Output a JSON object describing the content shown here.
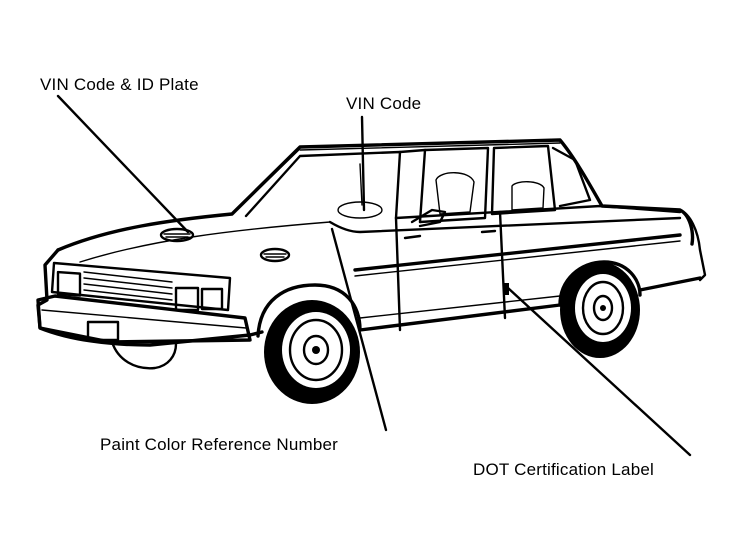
{
  "labels": {
    "vin_plate": "VIN Code & ID Plate",
    "vin_code": "VIN Code",
    "paint_code": "Paint Color Reference Number",
    "dot_label": "DOT Certification Label"
  },
  "colors": {
    "ink": "#000000",
    "paper": "#ffffff"
  }
}
